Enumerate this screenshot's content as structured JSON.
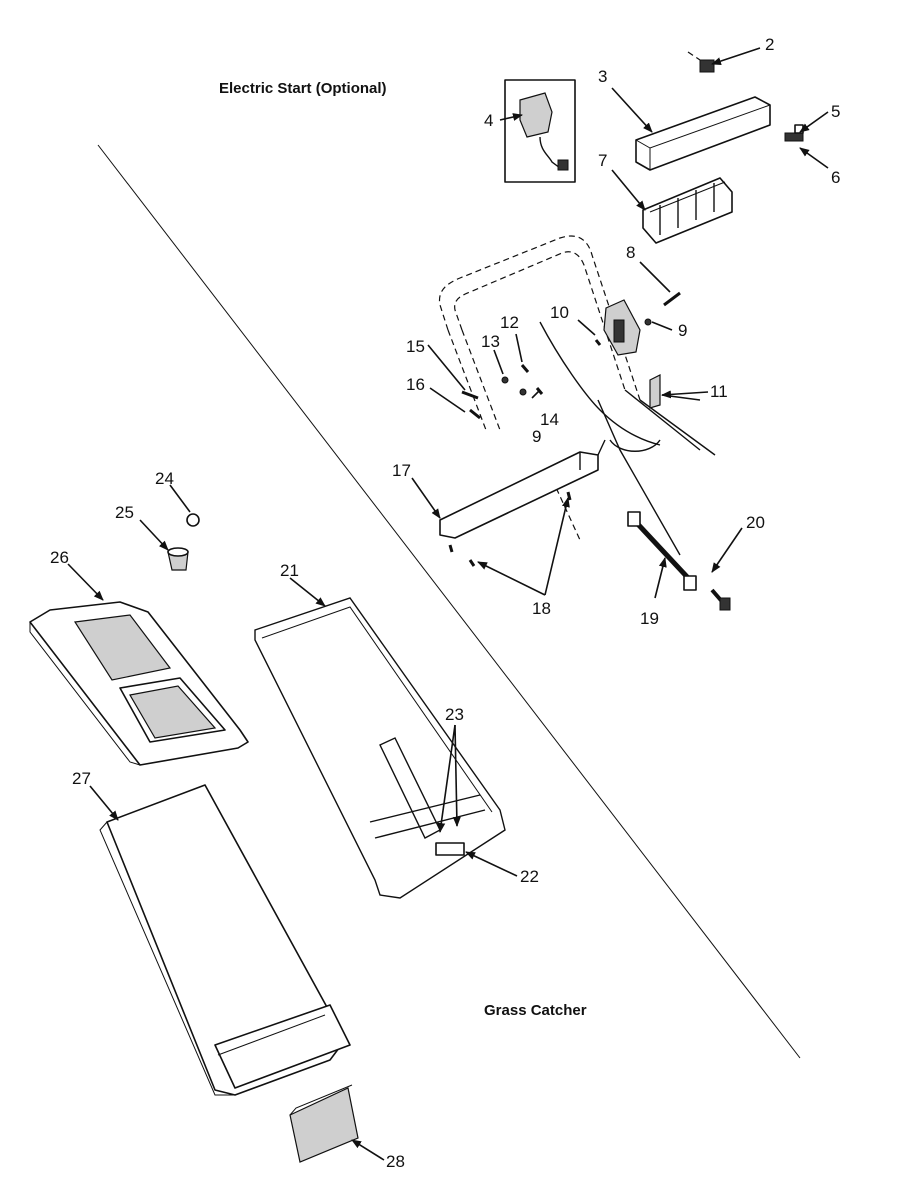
{
  "captions": {
    "electric_start": "Electric Start (Optional)",
    "grass_catcher": "Grass Catcher"
  },
  "callouts": [
    "2",
    "3",
    "4",
    "5",
    "6",
    "7",
    "8",
    "9",
    "9",
    "10",
    "11",
    "12",
    "13",
    "14",
    "15",
    "16",
    "17",
    "18",
    "19",
    "20",
    "21",
    "22",
    "23",
    "24",
    "25",
    "26",
    "27",
    "28"
  ]
}
